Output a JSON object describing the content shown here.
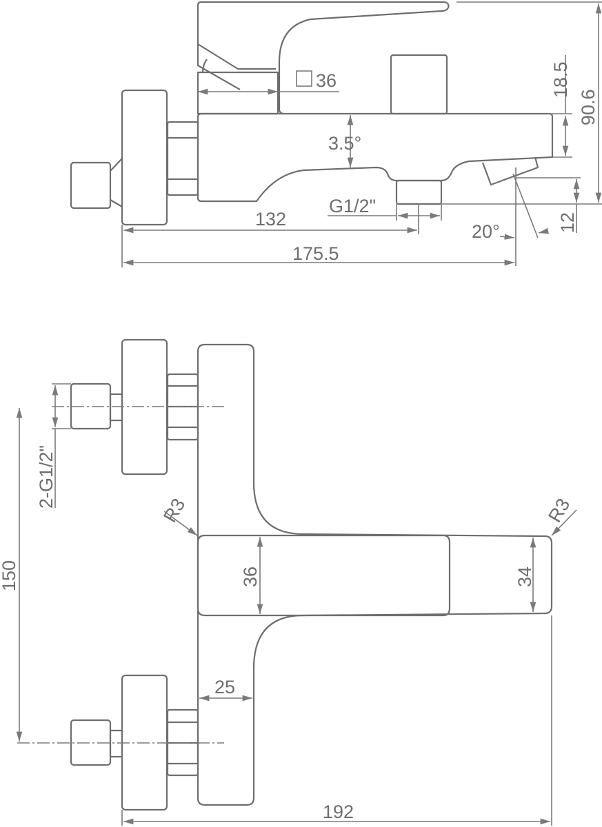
{
  "drawing": {
    "side_view": {
      "square_36": "36",
      "dim_18_5": "18.5",
      "dim_90_6": "90.6",
      "angle_3_5": "3.5°",
      "thread_g1_2": "G1/2\"",
      "dim_132": "132",
      "dim_175_5": "175.5",
      "angle_20": "20°",
      "dim_12": "12"
    },
    "top_view": {
      "thread_2_g1_2": "2-G1/2\"",
      "dim_150": "150",
      "radius_left": "R3",
      "radius_right": "R3",
      "dim_36": "36",
      "dim_34": "34",
      "dim_25": "25",
      "dim_192": "192"
    },
    "colors": {
      "line": "#6e6e6e",
      "background": "#ffffff"
    }
  }
}
